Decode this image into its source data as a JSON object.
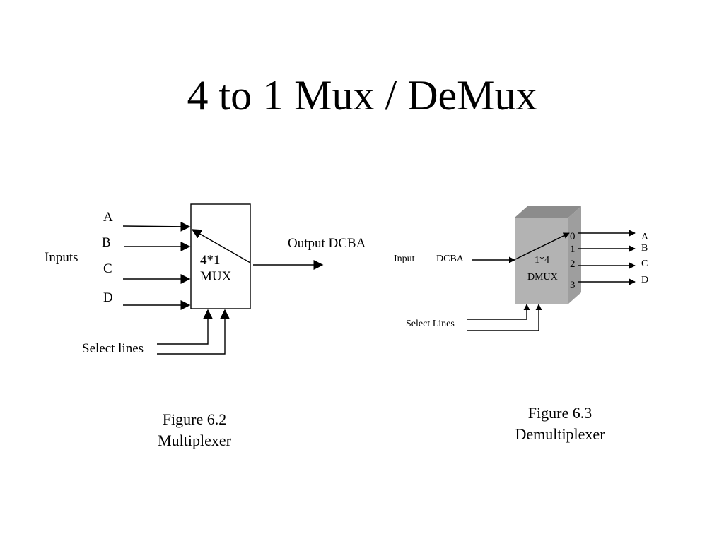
{
  "slide": {
    "title": "4 to 1 Mux / DeMux"
  },
  "mux": {
    "inputs_label": "Inputs",
    "input_labels": [
      "A",
      "B",
      "C",
      "D"
    ],
    "box_label_line1": "4*1",
    "box_label_line2": "MUX",
    "output_label": "Output DCBA",
    "select_label": "Select lines",
    "caption_line1": "Figure 6.2",
    "caption_line2": "Multiplexer"
  },
  "demux": {
    "input_label": "Input",
    "input_value": "DCBA",
    "box_label_line1": "1*4",
    "box_label_line2": "DMUX",
    "output_numbers": [
      "0",
      "1",
      "2",
      "3"
    ],
    "output_labels": [
      "A",
      "B",
      "C",
      "D"
    ],
    "select_label": "Select Lines",
    "caption_line1": "Figure 6.3",
    "caption_line2": "Demultiplexer"
  },
  "colors": {
    "ink": "#000000",
    "background": "#ffffff",
    "demux_body": "#b3b3b3",
    "demux_top": "#8c8c8c",
    "demux_side": "#9e9e9e"
  }
}
